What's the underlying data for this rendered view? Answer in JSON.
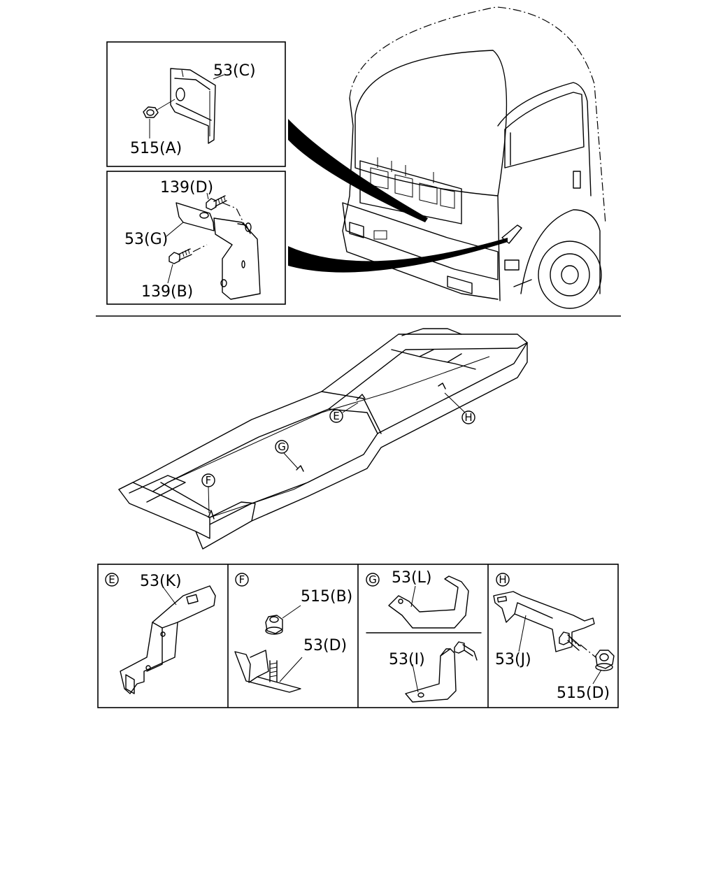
{
  "labels": {
    "c53C": "53(C)",
    "c515A": "515(A)",
    "c139D": "139(D)",
    "c53G": "53(G)",
    "c139B": "139(B)",
    "c53K": "53(K)",
    "c515B": "515(B)",
    "c53D": "53(D)",
    "c53L": "53(L)",
    "c53I": "53(I)",
    "c53J": "53(J)",
    "c515D": "515(D)"
  },
  "callouts": {
    "E": "E",
    "F": "F",
    "G": "G",
    "H": "H"
  }
}
